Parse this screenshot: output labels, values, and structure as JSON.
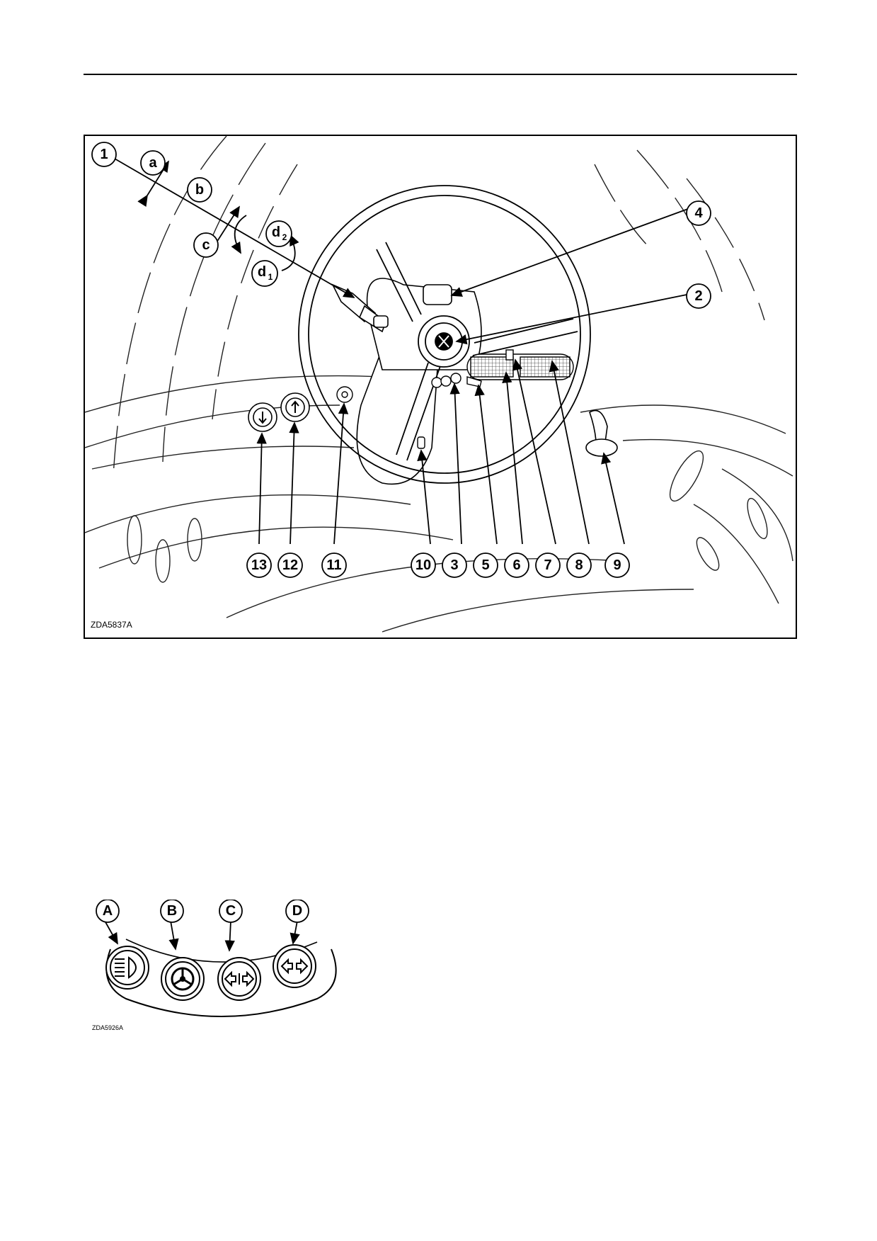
{
  "figure1": {
    "code": "ZDA5837A",
    "callouts": {
      "c1": "1",
      "c2": "2",
      "c3": "3",
      "c4": "4",
      "c5": "5",
      "c6": "6",
      "c7": "7",
      "c8": "8",
      "c9": "9",
      "c10": "10",
      "c11": "11",
      "c12": "12",
      "c13": "13"
    },
    "motions": {
      "a": "a",
      "b": "b",
      "c": "c",
      "d": "d",
      "sub1": "1",
      "sub2": "2"
    }
  },
  "figure2": {
    "code": "ZDA5926A",
    "labels": {
      "A": "A",
      "B": "B",
      "C": "C",
      "D": "D"
    },
    "icons": [
      "headlight-icon",
      "steering-wheel-icon",
      "hazard-warning-icon",
      "turn-indicator-icon"
    ]
  }
}
